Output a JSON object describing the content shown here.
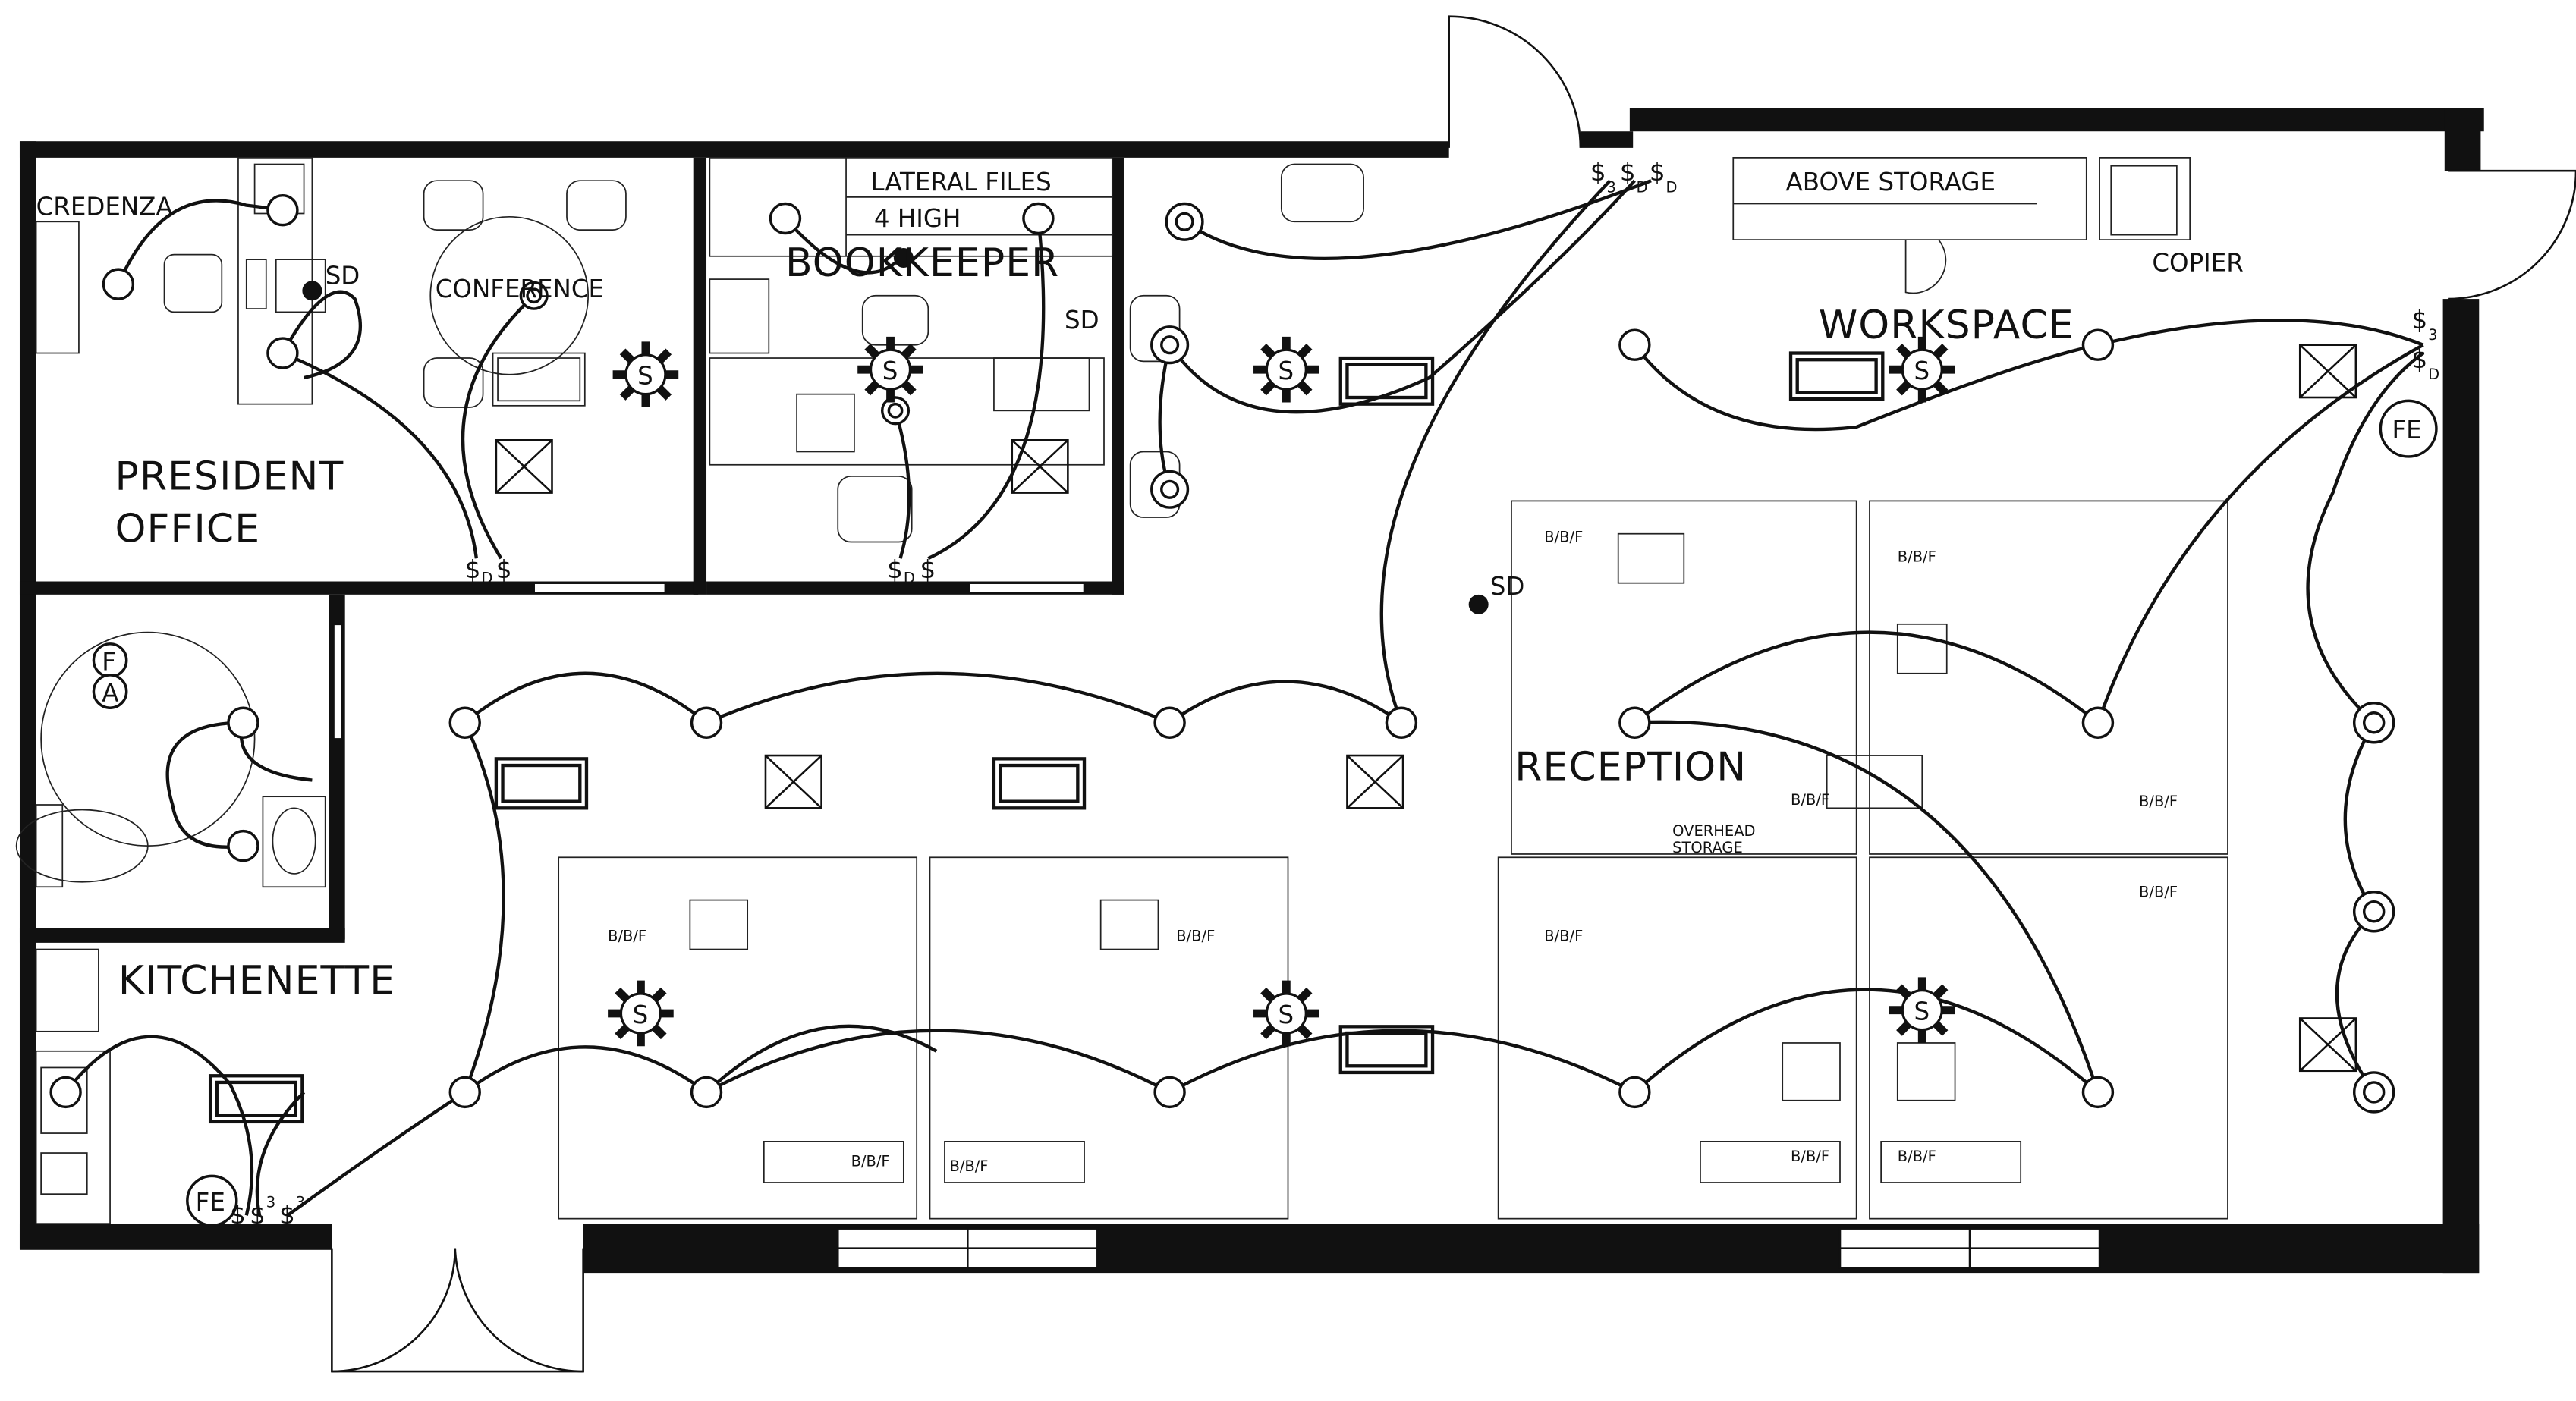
{
  "rooms": {
    "president_office": [
      "PRESIDENT",
      "OFFICE"
    ],
    "conference": "CONFERENCE",
    "credenza": "CREDENZA",
    "lateral_files": "LATERAL FILES",
    "four_high": "4 HIGH",
    "bookkeeper": "BOOKKEEPER",
    "above_storage": "ABOVE STORAGE",
    "copier": "COPIER",
    "workspace": "WORKSPACE",
    "reception": "RECEPTION",
    "overhead_storage": [
      "OVERHEAD",
      "STORAGE"
    ],
    "kitchenette": "KITCHENETTE"
  },
  "symbols": {
    "smoke_detector": "SD",
    "fire_extinguisher": "FE",
    "fan_switch": "S",
    "switch": "$",
    "sub_3": "3",
    "sub_d": "D",
    "bbf": "B/B/F",
    "fa_f": "F",
    "fa_a": "A"
  },
  "colors": {
    "ink": "#111111",
    "paper": "#ffffff"
  }
}
